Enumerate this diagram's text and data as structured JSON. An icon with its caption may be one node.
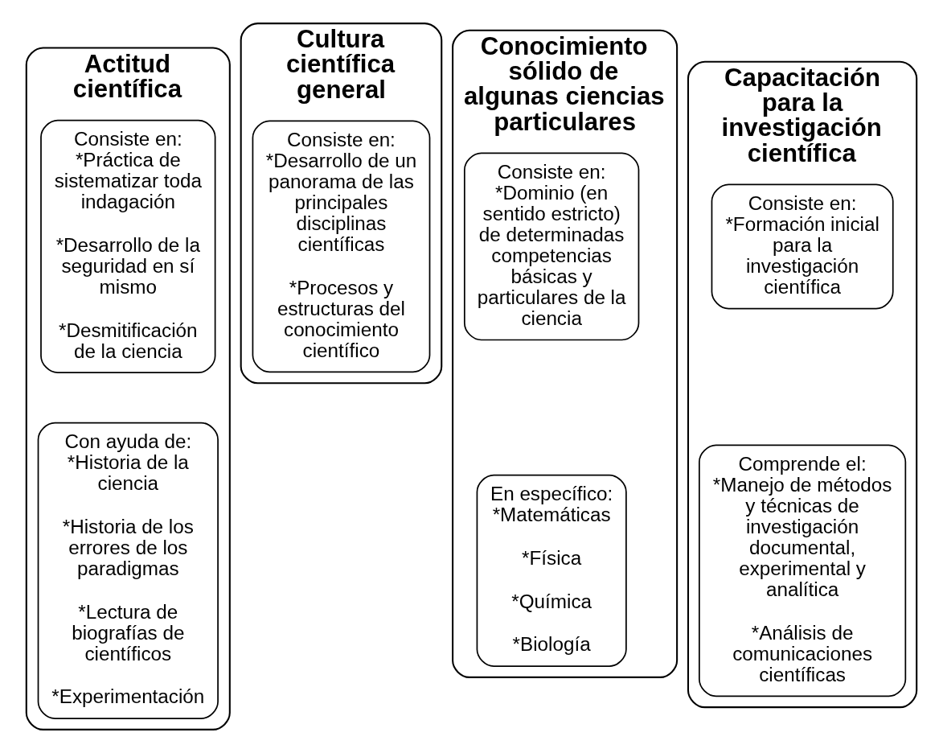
{
  "diagram": {
    "nodes": [
      {
        "text": [
          "Actitud científica"
        ]
      },
      {
        "text": [
          "Consiste en:",
          "*Práctica de sistematizar toda indagación",
          "*Desarrollo de la seguridad en sí mismo",
          "*Desmitificación de la ciencia"
        ],
        "in": 0
      },
      {
        "text": [
          "Con ayuda de:",
          "*Historia de la ciencia",
          "*Historia de los errores de los paradigmas",
          "*Lectura de biografías de científicos",
          "*Experimentación"
        ],
        "in": 0
      },
      {
        "text": [
          "Cultura científica general"
        ]
      },
      {
        "text": [
          "Consiste en:",
          "*Desarrollo de un panorama de las principales disciplinas científicas",
          "*Procesos y estructuras del conocimiento científico"
        ],
        "in": 3
      },
      {
        "text": [
          "Conocimiento sólido de algunas ciencias particulares"
        ]
      },
      {
        "text": [
          "Consiste en:",
          "*Dominio (en sentido estricto) de determinadas competencias básicas y particulares de la ciencia"
        ],
        "in": 5
      },
      {
        "text": [
          "En específico:",
          "*Matemáticas",
          "*Física",
          "*Química",
          "*Biología"
        ],
        "in": 5
      },
      {
        "text": [
          "Capacitación para la investigación científica"
        ]
      },
      {
        "text": [
          "Consiste en:",
          "*Formación inicial para la investigación científica"
        ],
        "in": 8
      },
      {
        "text": [
          "Comprende el:",
          "*Manejo de métodos y técnicas de investigación documental, experimental y analítica",
          "*Análisis de comunicaciones científicas"
        ],
        "in": 8
      }
    ],
    "edges": []
  }
}
